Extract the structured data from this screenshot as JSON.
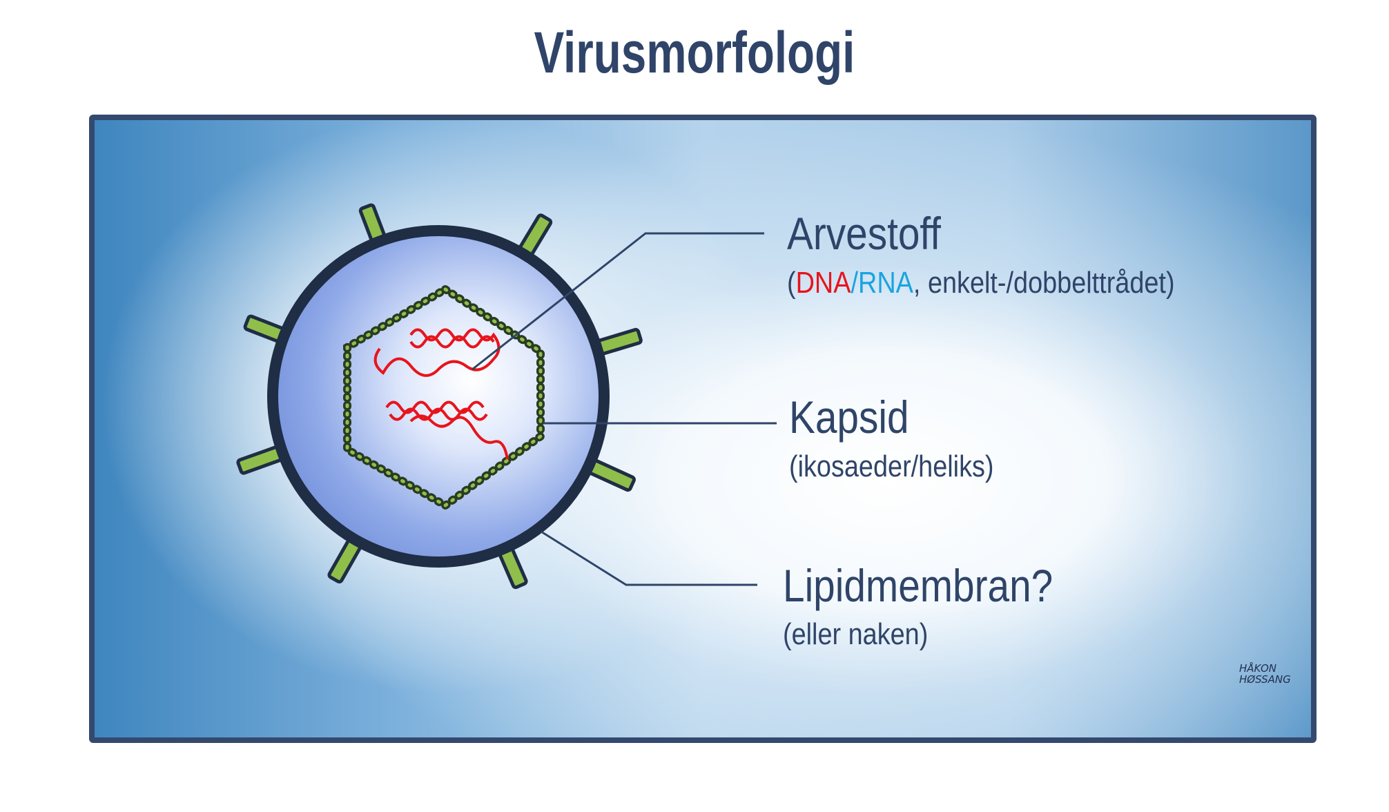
{
  "title": "Virusmorfologi",
  "labels": {
    "arvestoff": {
      "heading": "Arvestoff",
      "open": "(",
      "dna": "DNA",
      "slash": "/",
      "rna": "RNA",
      "rest": ", enkelt-/dobbelttrådet)"
    },
    "kapsid": {
      "heading": "Kapsid",
      "sub": "(ikosaeder/heliks)"
    },
    "lipidmembran": {
      "heading": "Lipidmembran?",
      "sub": "(eller naken)"
    }
  },
  "signature": {
    "line1": "HÅKON",
    "line2": "HØSSANG"
  },
  "colors": {
    "frame": "#34496e",
    "text": "#2f4468",
    "dna": "#e8141c",
    "rna": "#1aa3e0",
    "spike": "#8fbf4a",
    "genome": "#e8141c"
  }
}
